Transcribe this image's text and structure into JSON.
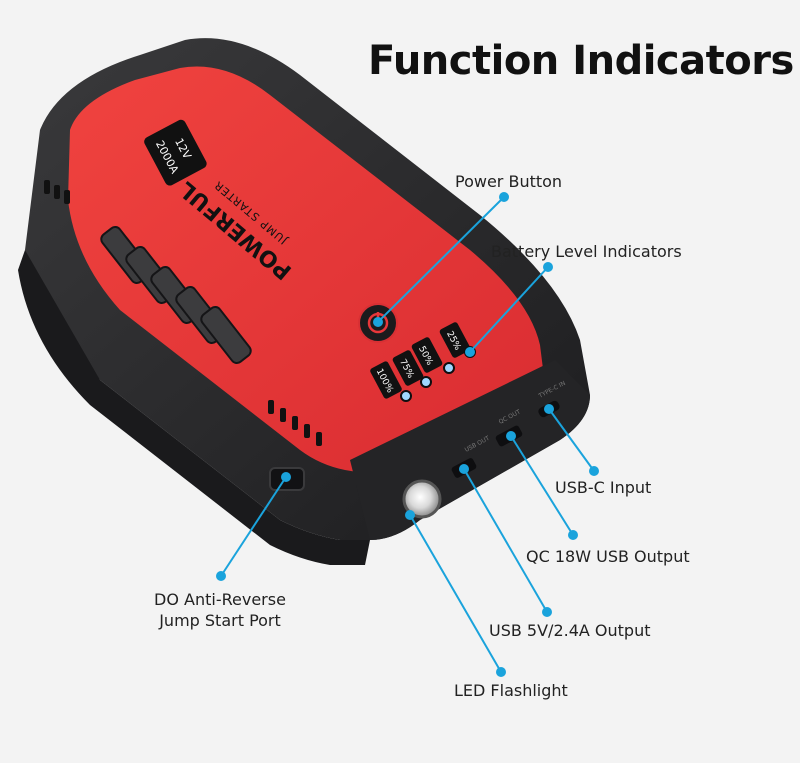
{
  "title": "Function Indicators",
  "colors": {
    "accent": "#1aa3dc",
    "device_red": "#e8373a",
    "device_black": "#2a2a2c",
    "background": "#f3f3f3"
  },
  "device": {
    "brand": "POWERFUL",
    "subtitle": "JUMP STARTER",
    "badge_line1": "12V",
    "badge_line2": "2000A",
    "battery_levels": [
      "25%",
      "50%",
      "75%",
      "100%"
    ],
    "port_labels": [
      "USB OUT",
      "QC OUT",
      "TYPE-C IN"
    ]
  },
  "callouts": {
    "power_button": "Power Button",
    "battery_level": "Battery Level Indicators",
    "usbc_input": "USB-C Input",
    "qc_output": "QC 18W USB Output",
    "usb_output": "USB 5V/2.4A Output",
    "led_flashlight": "LED Flashlight",
    "do_port_line1": "DO Anti-Reverse",
    "do_port_line2": "Jump Start Port"
  }
}
